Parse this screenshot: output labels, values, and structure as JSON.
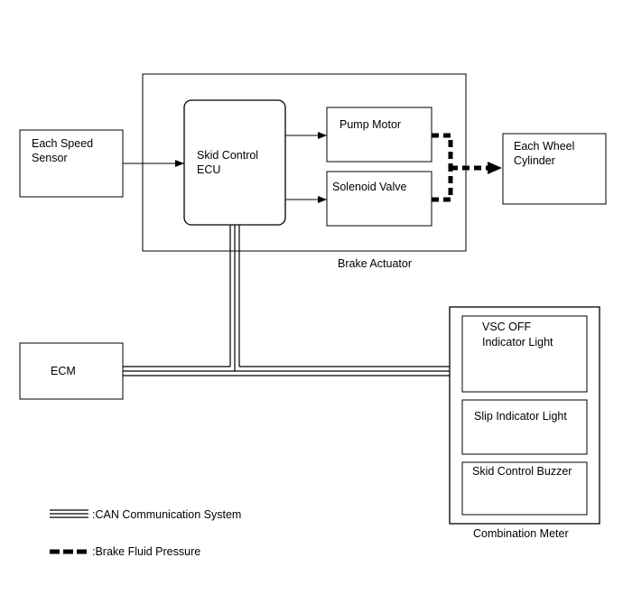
{
  "blocks": {
    "speed_sensor": [
      "Each Speed",
      "Sensor"
    ],
    "skid_ecu": [
      "Skid Control",
      "ECU"
    ],
    "pump_motor": "Pump Motor",
    "solenoid_valve": "Solenoid Valve",
    "wheel_cylinder": [
      "Each Wheel",
      "Cylinder"
    ],
    "brake_actuator": "Brake Actuator",
    "ecm": "ECM",
    "vsc_off": [
      "VSC OFF",
      "Indicator Light"
    ],
    "slip_light": "Slip Indicator Light",
    "buzzer": "Skid Control Buzzer",
    "combination_meter": "Combination Meter"
  },
  "legend": {
    "can": ":CAN Communication System",
    "fluid": ":Brake Fluid Pressure"
  }
}
